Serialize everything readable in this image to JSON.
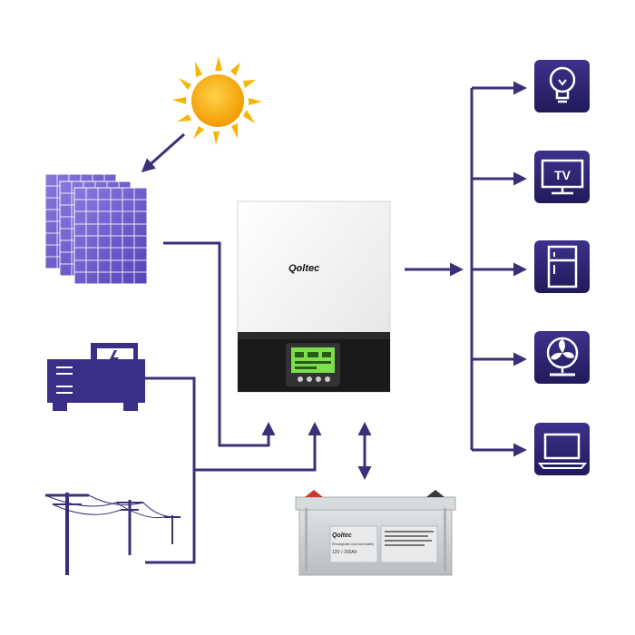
{
  "colors": {
    "line": "#3b2f7a",
    "icon_bg": "#2e2470",
    "panel_purple": "#6a56c8",
    "sun": "#f7b500",
    "lcd": "#7ce04a",
    "battery": "#cfd3d6"
  },
  "inverter": {
    "brand": "Qoltec"
  },
  "battery": {
    "brand": "Qoltec",
    "line1": "Rechargeable Lead-Acid Battery",
    "line2": "12V / 200Ah"
  },
  "tv_icon": {
    "label": "TV"
  },
  "icons": [
    "sun-icon",
    "solar-panels-icon",
    "generator-icon",
    "power-lines-icon",
    "battery-icon",
    "light-bulb-icon",
    "tv-icon",
    "fridge-icon",
    "fan-icon",
    "laptop-icon"
  ]
}
